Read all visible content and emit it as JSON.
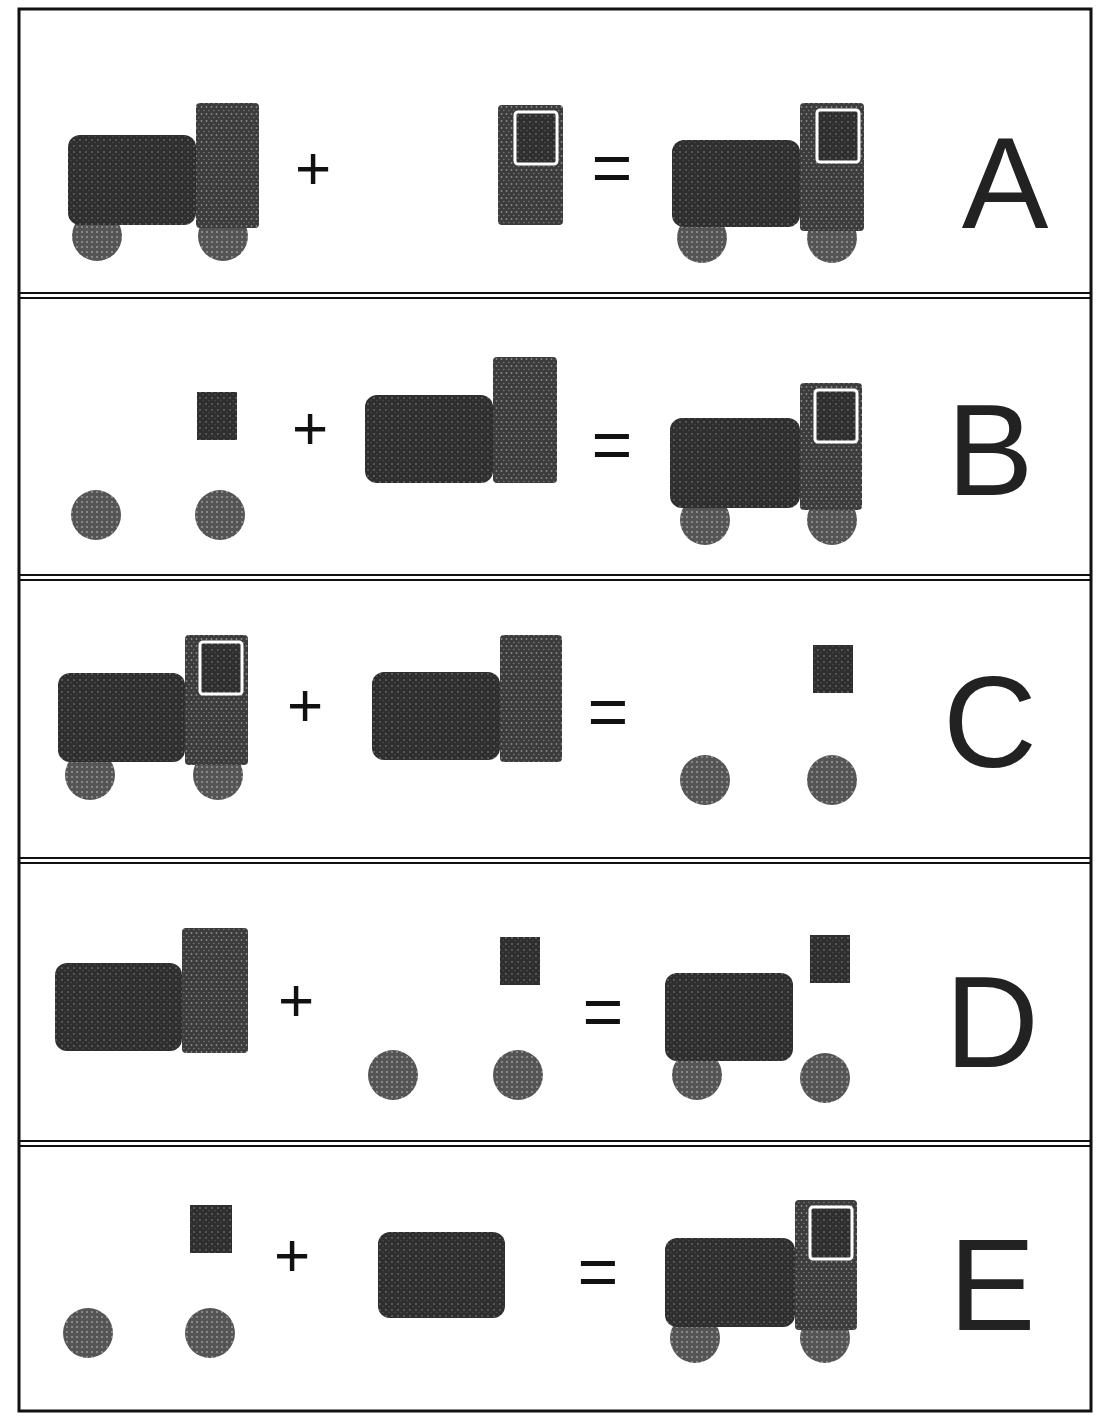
{
  "diagram": {
    "labels": [
      "+",
      "=",
      "A",
      "+",
      "=",
      "B",
      "+",
      "=",
      "C",
      "+",
      "=",
      "D",
      "+",
      "=",
      "E"
    ]
  }
}
